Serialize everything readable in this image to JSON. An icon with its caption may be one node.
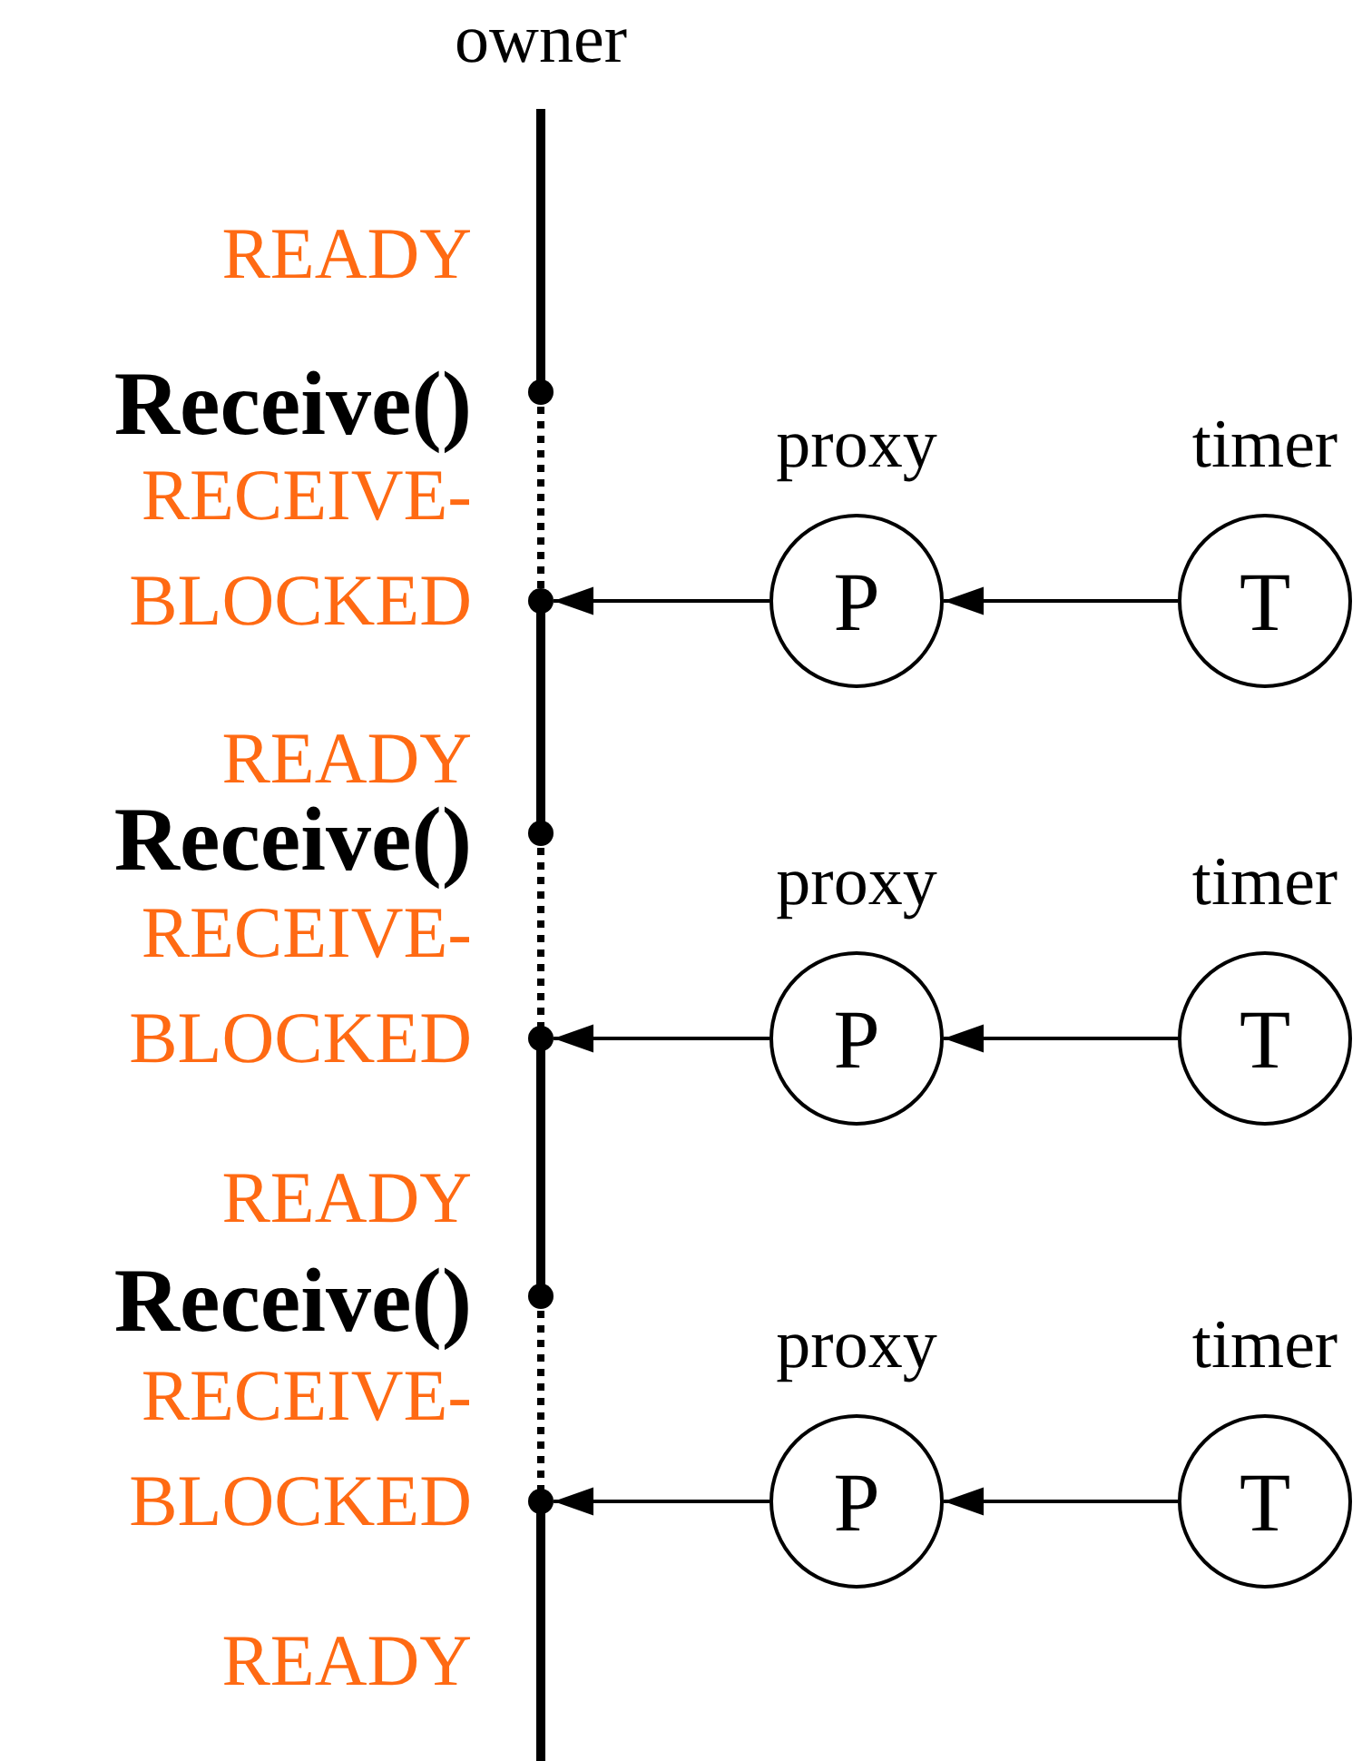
{
  "diagram": {
    "nodes": [
      {
        "text": [
          "owner"
        ]
      },
      {
        "text": [],
        "shape": "circle"
      },
      {
        "text": [],
        "shape": "circle"
      },
      {
        "text": [
          "P"
        ],
        "beside": [
          "proxy"
        ]
      },
      {
        "text": [
          "T"
        ],
        "beside": [
          "timer"
        ]
      },
      {
        "text": [],
        "shape": "circle"
      },
      {
        "text": [],
        "shape": "circle"
      },
      {
        "text": [
          "P"
        ],
        "beside": [
          "proxy"
        ]
      },
      {
        "text": [
          "T"
        ],
        "beside": [
          "timer"
        ]
      },
      {
        "text": [],
        "shape": "circle"
      },
      {
        "text": [],
        "shape": "circle"
      },
      {
        "text": [
          "P"
        ],
        "beside": [
          "proxy"
        ]
      },
      {
        "text": [
          "T"
        ],
        "beside": [
          "timer"
        ]
      }
    ],
    "edges": [
      {
        "from": 4,
        "to": 3,
        "arrow": "to"
      },
      {
        "from": 3,
        "to": 2,
        "arrow": "to"
      },
      {
        "from": 8,
        "to": 7,
        "arrow": "to"
      },
      {
        "from": 7,
        "to": 6,
        "arrow": "to"
      },
      {
        "from": 12,
        "to": 11,
        "arrow": "to"
      },
      {
        "from": 11,
        "to": 10,
        "arrow": "to"
      }
    ],
    "labels": [
      "READY",
      "Receive()",
      "RECEIVE- BLOCKED",
      "READY",
      "Receive()",
      "RECEIVE- BLOCKED",
      "READY",
      "Receive()",
      "RECEIVE- BLOCKED",
      "READY"
    ]
  }
}
